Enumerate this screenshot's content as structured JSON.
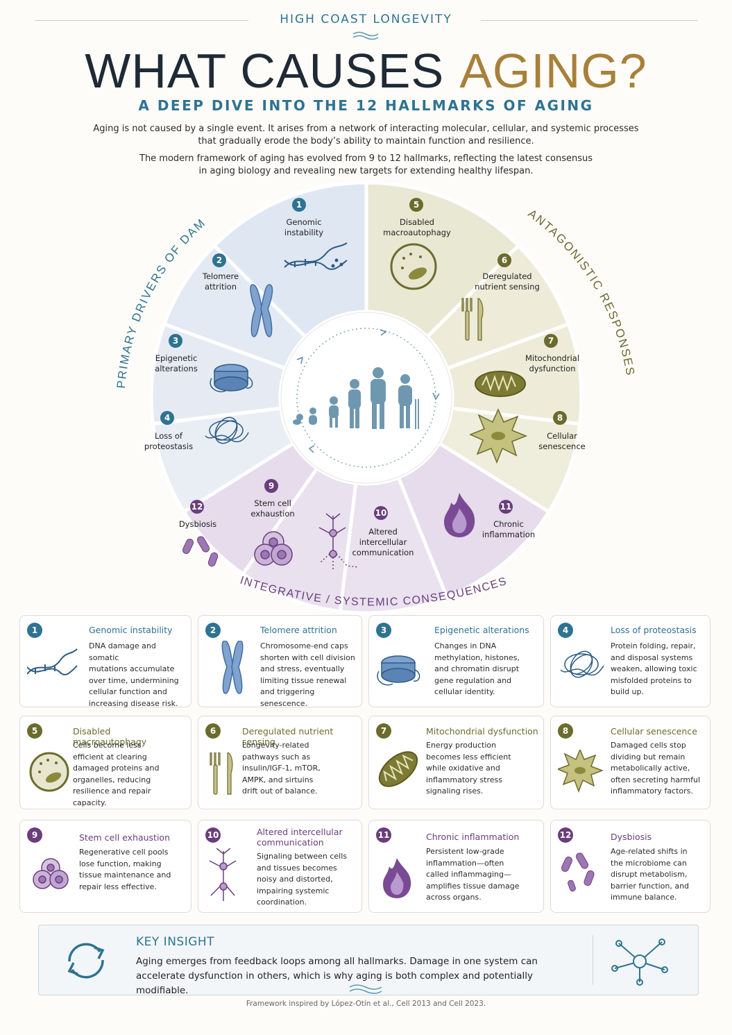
{
  "header": {
    "brand": "HIGH COAST LONGEVITY",
    "title_part1": "WHAT CAUSES",
    "title_part2": "AGING?",
    "subtitle": "A DEEP DIVE INTO THE 12 HALLMARKS OF AGING",
    "intro_1a": "Aging is not caused by a single event. It arises from a network of interacting molecular, cellular, and systemic processes",
    "intro_1b": "that gradually erode the body’s ability to maintain function and resilience.",
    "intro_2a": "The modern framework of aging has evolved from 9 to 12 hallmarks, reflecting the latest consensus",
    "intro_2b": "in aging biology and revealing new targets for extending healthy lifespan."
  },
  "wheel": {
    "arc_left": "PRIMARY DRIVERS OF DAMAGE",
    "arc_right": "ANTAGONISTIC RESPONSES",
    "arc_bottom": "INTEGRATIVE / SYSTEMIC CONSEQUENCES",
    "segments": [
      {
        "num": "1",
        "label1": "Genomic",
        "label2": "instability",
        "label3": ""
      },
      {
        "num": "2",
        "label1": "Telomere",
        "label2": "attrition",
        "label3": ""
      },
      {
        "num": "3",
        "label1": "Epigenetic",
        "label2": "alterations",
        "label3": ""
      },
      {
        "num": "4",
        "label1": "Loss of",
        "label2": "proteostasis",
        "label3": ""
      },
      {
        "num": "5",
        "label1": "Disabled",
        "label2": "macroautophagy",
        "label3": ""
      },
      {
        "num": "6",
        "label1": "Deregulated",
        "label2": "nutrient sensing",
        "label3": ""
      },
      {
        "num": "7",
        "label1": "Mitochondrial",
        "label2": "dysfunction",
        "label3": ""
      },
      {
        "num": "8",
        "label1": "Cellular",
        "label2": "senescence",
        "label3": ""
      },
      {
        "num": "9",
        "label1": "Stem cell",
        "label2": "exhaustion",
        "label3": ""
      },
      {
        "num": "10",
        "label1": "Altered",
        "label2": "intercellular",
        "label3": "communication"
      },
      {
        "num": "11",
        "label1": "Chronic",
        "label2": "inflammation",
        "label3": ""
      },
      {
        "num": "12",
        "label1": "Dysbiosis",
        "label2": "",
        "label3": ""
      }
    ]
  },
  "cards": [
    {
      "num": "1",
      "title": "Genomic instability",
      "lines": [
        "DNA damage and somatic",
        "mutations accumulate",
        "over time, undermining",
        "cellular function and",
        "increasing disease risk."
      ]
    },
    {
      "num": "2",
      "title": "Telomere attrition",
      "lines": [
        "Chromosome-end caps",
        "shorten with cell division",
        "and stress, eventually",
        "limiting tissue renewal",
        "and triggering senescence."
      ]
    },
    {
      "num": "3",
      "title": "Epigenetic alterations",
      "lines": [
        "Changes in DNA",
        "methylation, histones,",
        "and chromatin disrupt",
        "gene regulation and",
        "cellular identity."
      ]
    },
    {
      "num": "4",
      "title": "Loss of proteostasis",
      "lines": [
        "Protein folding, repair,",
        "and disposal systems",
        "weaken, allowing toxic",
        "misfolded proteins to",
        "build up."
      ]
    },
    {
      "num": "5",
      "title": "Disabled macroautophagy",
      "lines": [
        "Cells become less",
        "efficient at clearing",
        "damaged proteins and",
        "organelles, reducing",
        "resilience and repair",
        "capacity."
      ]
    },
    {
      "num": "6",
      "title": "Deregulated nutrient sensing",
      "lines": [
        "Longevity-related",
        "pathways such as",
        "insulin/IGF-1, mTOR,",
        "AMPK, and sirtuins",
        "drift out of balance."
      ]
    },
    {
      "num": "7",
      "title": "Mitochondrial dysfunction",
      "lines": [
        "Energy production",
        "becomes less efficient",
        "while oxidative and",
        "inflammatory stress",
        "signaling rises."
      ]
    },
    {
      "num": "8",
      "title": "Cellular senescence",
      "lines": [
        "Damaged cells stop",
        "dividing but remain",
        "metabolically active,",
        "often secreting harmful",
        "inflammatory factors."
      ]
    },
    {
      "num": "9",
      "title": "Stem cell exhaustion",
      "lines": [
        "Regenerative cell pools",
        "lose function, making",
        "tissue maintenance and",
        "repair less effective."
      ]
    },
    {
      "num": "10",
      "title": "Altered intercellular",
      "title2": "communication",
      "lines": [
        "Signaling between cells",
        "and tissues becomes",
        "noisy and distorted,",
        "impairing systemic",
        "coordination."
      ]
    },
    {
      "num": "11",
      "title": "Chronic inflammation",
      "lines": [
        "Persistent low-grade",
        "inflammation—often",
        "called inflammaging—",
        "amplifies tissue damage",
        "across organs."
      ]
    },
    {
      "num": "12",
      "title": "Dysbiosis",
      "lines": [
        "Age-related shifts in",
        "the microbiome can",
        "disrupt metabolism,",
        "barrier function, and",
        "immune balance."
      ]
    }
  ],
  "insight": {
    "title": "KEY INSIGHT",
    "line1": "Aging emerges from feedback loops among all hallmarks. Damage in one system can",
    "line2": "accelerate dysfunction in others, which is why aging is both complex and potentially modifiable."
  },
  "footer": "Framework inspired by López-Otín et al., Cell 2013 and Cell 2023.",
  "colors": {
    "blue": "#2e7391",
    "olive": "#6b6b2e",
    "purple": "#6a3d7d",
    "gold": "#a8803a"
  }
}
